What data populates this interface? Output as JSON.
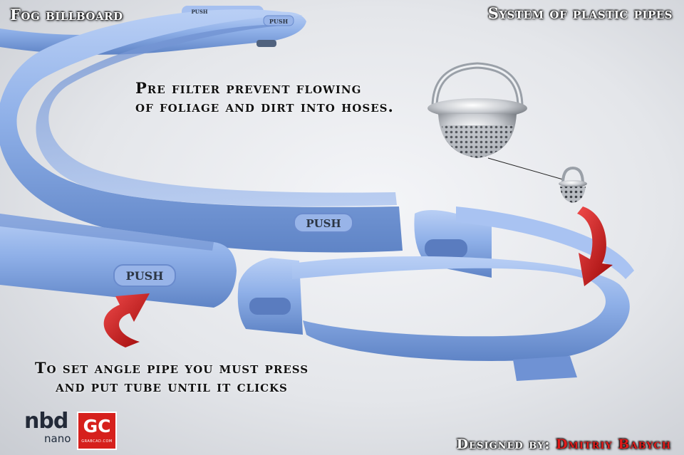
{
  "header": {
    "title_left": "Fog billboard",
    "title_right": "System of plastic pipes"
  },
  "annotations": {
    "filter_note": [
      "Pre filter prevent flowing",
      "of foliage and dirt into hoses."
    ],
    "push_note": [
      "To set angle pipe you must press",
      "and put tube until it clicks"
    ]
  },
  "labels": {
    "push_button": "PUSH"
  },
  "footer": {
    "credit_prefix": "Designed by:",
    "credit_name": "Dmitriy Babych"
  },
  "logos": {
    "nbd": "nbd",
    "nbd_sub": "nano",
    "gc": "GC",
    "gc_sub": "GRABCAD.COM"
  },
  "colors": {
    "pipe": "#8fb0e8",
    "pipe_shadow": "#5f84c6",
    "arrow": "#d21414",
    "credit_name": "#e01a1a"
  }
}
